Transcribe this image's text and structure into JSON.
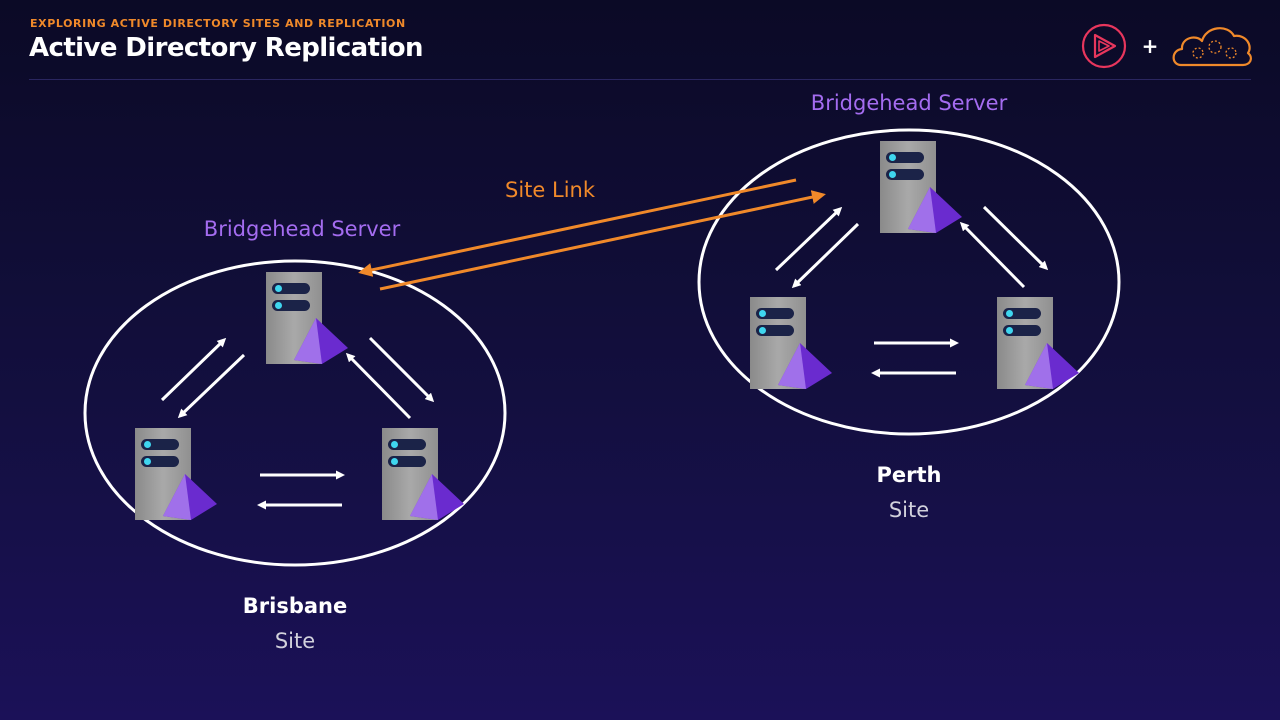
{
  "header": {
    "eyebrow": "EXPLORING ACTIVE DIRECTORY SITES AND REPLICATION",
    "title": "Active Directory Replication"
  },
  "logos": {
    "plus": "+",
    "play_icon": "pluralsight-play-icon",
    "cloud_icon": "cloud-icon"
  },
  "diagram": {
    "site_link_label": "Site Link",
    "sites": [
      {
        "name": "Brisbane",
        "type": "Site",
        "bridgehead_label": "Bridgehead Server"
      },
      {
        "name": "Perth",
        "type": "Site",
        "bridgehead_label": "Bridgehead Server"
      }
    ]
  },
  "colors": {
    "accent_orange": "#f0892a",
    "accent_purple": "#a46cf0",
    "background": "#130f3f"
  }
}
